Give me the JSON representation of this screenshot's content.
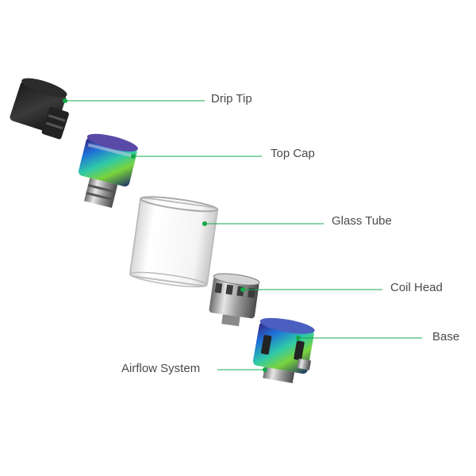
{
  "diagram": {
    "accent_color": "#16a84a",
    "parts": [
      {
        "id": "drip-tip",
        "label": "Drip Tip"
      },
      {
        "id": "top-cap",
        "label": "Top Cap"
      },
      {
        "id": "glass-tube",
        "label": "Glass Tube"
      },
      {
        "id": "coil-head",
        "label": "Coil Head"
      },
      {
        "id": "base",
        "label": "Base"
      },
      {
        "id": "airflow-system",
        "label": "Airflow System"
      }
    ]
  }
}
